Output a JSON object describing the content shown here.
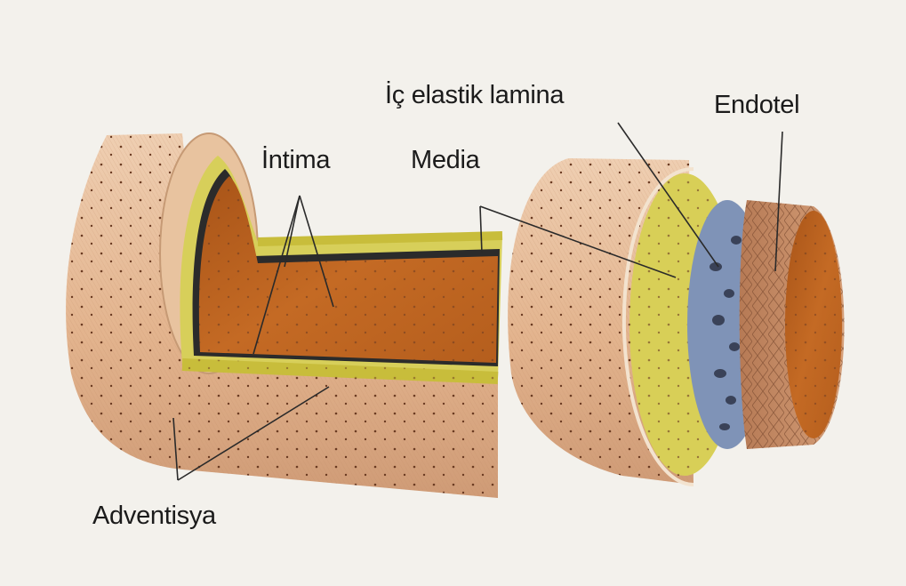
{
  "labels": {
    "intima": "İntima",
    "media": "Media",
    "ic_elastik_lamina": "İç elastik lamina",
    "endotel": "Endotel",
    "adventisya": "Adventisya"
  },
  "colors": {
    "background": "#f3f1ec",
    "adventisya": "#e3b48e",
    "media": "#d8cf57",
    "elastic_lamina": "#7f93b7",
    "lumen": "#c46a24",
    "endotel": "#c98d62",
    "leader_line": "#2a2a2a"
  }
}
